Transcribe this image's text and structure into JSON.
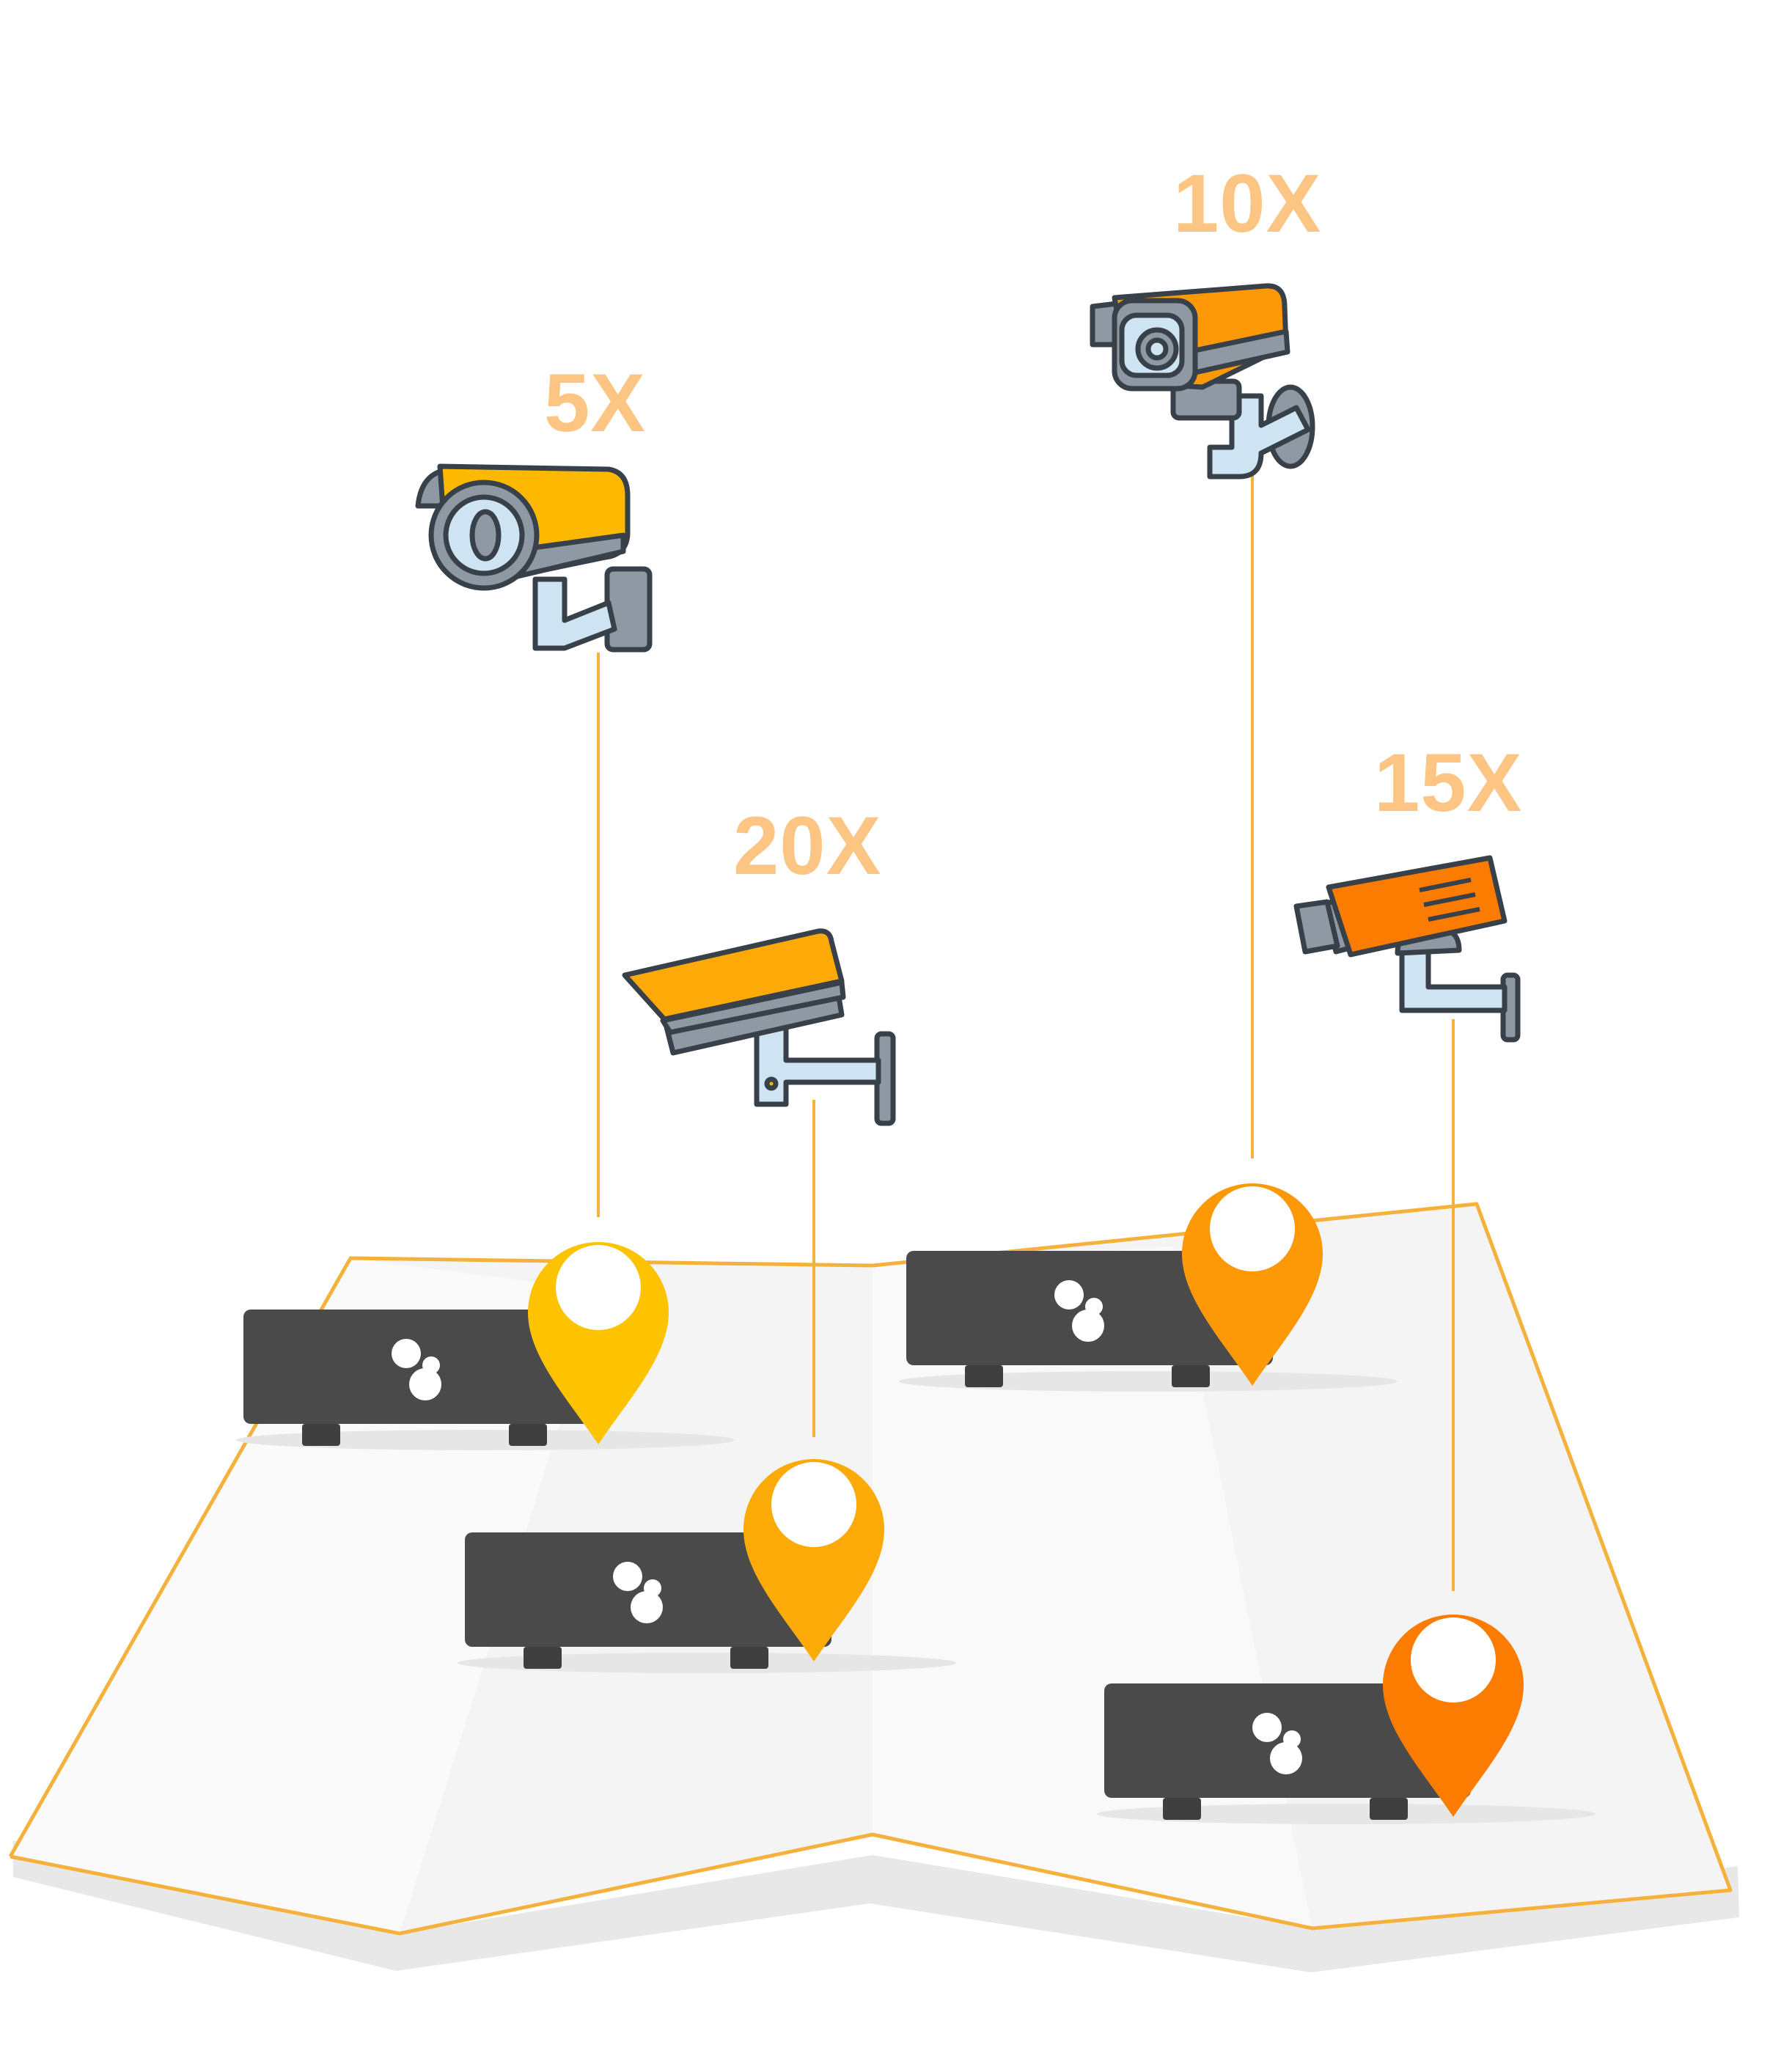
{
  "cameras": [
    {
      "id": "cam-a",
      "zoom_label": "5X"
    },
    {
      "id": "cam-b",
      "zoom_label": "20X"
    },
    {
      "id": "cam-c",
      "zoom_label": "10X"
    },
    {
      "id": "cam-d",
      "zoom_label": "15X"
    }
  ],
  "colors": {
    "background": "#ffffff",
    "map_fill": "#f3f3f3",
    "map_fold_light": "#fafafa",
    "map_outline": "#f4b23c",
    "map_shadow": "#e6e6e6",
    "device_body": "#4a4a4a",
    "device_logo": "#ffffff",
    "label_text": "#fcc583",
    "pin_yellow": "#fdc300",
    "pin_amber": "#fcaa08",
    "pin_orange": "#fd9806",
    "pin_deep_orange": "#fc7b01",
    "camera_metal": "#cfe4f2",
    "camera_grey": "#8f99a3",
    "camera_outline": "#384049"
  },
  "icons": [
    "security-camera-icon",
    "map-pin-icon",
    "network-video-recorder-icon",
    "folded-map-icon"
  ]
}
